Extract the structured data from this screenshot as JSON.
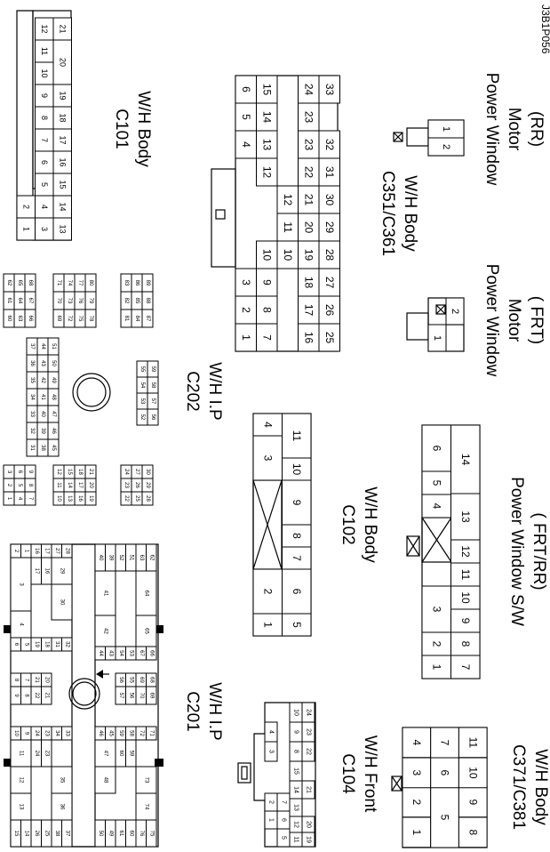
{
  "figure_code": "J3B1P056",
  "connectors": {
    "c101": {
      "code": "C101",
      "desc": "W/H Body",
      "pins": [
        "1",
        "2",
        "3",
        "4",
        "5",
        "6",
        "7",
        "8",
        "9",
        "10",
        "11",
        "12",
        "13",
        "14",
        "15",
        "16",
        "17",
        "18",
        "19",
        "20",
        "21"
      ]
    },
    "c351": {
      "code": "C351/C361",
      "desc": "W/H Body",
      "pins": [
        "1",
        "2",
        "3",
        "4",
        "5",
        "6",
        "7",
        "8",
        "9",
        "10",
        "11",
        "12",
        "13",
        "14",
        "15",
        "16",
        "17",
        "18",
        "19",
        "20",
        "21",
        "22",
        "23",
        "24",
        "25",
        "26",
        "27",
        "28",
        "29",
        "30",
        "31",
        "32",
        "33"
      ]
    },
    "pw_motor_rr": {
      "line1": "Power Window",
      "line2": "Motor",
      "line3": "(RR)",
      "pins": [
        "1",
        "2"
      ]
    },
    "pw_motor_frt": {
      "line1": "Power Window",
      "line2": "Motor",
      "line3": "( FRT)",
      "pins": [
        "1",
        "2"
      ]
    },
    "c202": {
      "code": "C202",
      "desc": "W/H I.P",
      "pins": [
        "1",
        "2",
        "3",
        "4",
        "5",
        "6",
        "7",
        "8",
        "9",
        "10",
        "11",
        "12",
        "13",
        "14",
        "15",
        "16",
        "17",
        "18",
        "19",
        "20",
        "21",
        "22",
        "23",
        "24",
        "25",
        "26",
        "27",
        "28",
        "29",
        "30",
        "31",
        "32",
        "33",
        "34",
        "35",
        "36",
        "37",
        "38",
        "39",
        "40",
        "41",
        "42",
        "43",
        "44",
        "45",
        "46",
        "47",
        "48",
        "49",
        "50",
        "51",
        "52",
        "53",
        "54",
        "55",
        "56",
        "57",
        "58",
        "59",
        "60",
        "61",
        "62",
        "63",
        "64",
        "65",
        "66",
        "67",
        "68",
        "69",
        "70",
        "71",
        "72",
        "73",
        "74",
        "75",
        "76",
        "77",
        "78",
        "79",
        "80",
        "81",
        "82",
        "83",
        "84",
        "85",
        "86",
        "87",
        "88",
        "89"
      ]
    },
    "c102": {
      "code": "C102",
      "desc": "W/H Body",
      "pins": [
        "1",
        "2",
        "3",
        "4",
        "5",
        "6",
        "7",
        "8",
        "9",
        "10",
        "11"
      ]
    },
    "pw_switch": {
      "line1": "Power Window S/W",
      "line2": "( FRT/RR)",
      "pins": [
        "1",
        "2",
        "3",
        "4",
        "5",
        "6",
        "7",
        "8",
        "9",
        "10",
        "11",
        "12",
        "13",
        "14"
      ]
    },
    "c201": {
      "code": "C201",
      "desc": "W/H I.P",
      "pins": [
        "1",
        "2",
        "3",
        "4",
        "5",
        "6",
        "7",
        "8",
        "9",
        "10",
        "11",
        "12",
        "13",
        "14",
        "15",
        "16",
        "17",
        "18",
        "19",
        "20",
        "21",
        "22",
        "23",
        "24",
        "25",
        "26",
        "27",
        "28",
        "29",
        "30",
        "31",
        "32",
        "33",
        "34",
        "35",
        "36",
        "37",
        "38",
        "39",
        "40",
        "41",
        "42",
        "43",
        "44",
        "45",
        "46",
        "47",
        "48",
        "49",
        "50",
        "51",
        "52",
        "53",
        "54",
        "55",
        "56",
        "57",
        "58",
        "59",
        "60",
        "61",
        "62",
        "63",
        "64",
        "65",
        "66",
        "67",
        "68",
        "69",
        "70",
        "71",
        "72",
        "73",
        "74",
        "75",
        "76"
      ]
    },
    "c104": {
      "code": "C104",
      "desc": "W/H Front",
      "pins": [
        "1",
        "2",
        "3",
        "4",
        "5",
        "6",
        "7",
        "8",
        "9",
        "10",
        "11",
        "12",
        "13",
        "14",
        "15",
        "16",
        "17",
        "18",
        "19",
        "20",
        "21",
        "22",
        "23",
        "24"
      ]
    },
    "c371": {
      "code": "C371/C381",
      "desc": "W/H Body",
      "pins": [
        "1",
        "2",
        "3",
        "4",
        "5",
        "6",
        "7",
        "8",
        "9",
        "10",
        "11"
      ]
    }
  }
}
